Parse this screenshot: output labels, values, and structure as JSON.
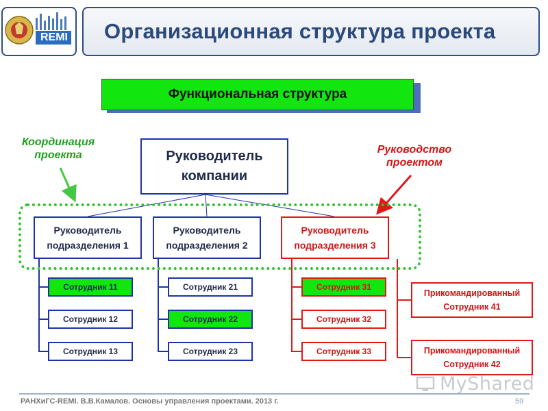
{
  "header": {
    "title": "Организационная структура проекта",
    "logo_text": "REMI"
  },
  "banner": {
    "label": "Функциональная структура"
  },
  "annotations": {
    "coordination": "Координация проекта",
    "management": "Руководство проектом"
  },
  "ceo": {
    "line1": "Руководитель",
    "line2": "компании"
  },
  "managers": [
    {
      "line1": "Руководитель",
      "line2": "подразделения 1"
    },
    {
      "line1": "Руководитель",
      "line2": "подразделения 2"
    },
    {
      "line1": "Руководитель",
      "line2": "подразделения 3"
    }
  ],
  "employees": {
    "dept1": [
      "Сотрудник 11",
      "Сотрудник 12",
      "Сотрудник 13"
    ],
    "dept2": [
      "Сотрудник 21",
      "Сотрудник 22",
      "Сотрудник 23"
    ],
    "dept3": [
      "Сотрудник 31",
      "Сотрудник 32",
      "Сотрудник 33"
    ]
  },
  "seconded": [
    {
      "line1": "Прикомандированный",
      "line2": "Сотрудник 41"
    },
    {
      "line1": "Прикомандированный",
      "line2": "Сотрудник 42"
    }
  ],
  "footer": {
    "text": "РАНХиГС-REMI. В.В.Камалов. Основы управления проектами. 2013 г.",
    "page": "59",
    "watermark": "MyShared"
  },
  "colors": {
    "blue_border": "#1b33a8",
    "red_accent": "#e01818",
    "green_fill": "#11e60f",
    "green_annotation": "#1fa21f"
  }
}
